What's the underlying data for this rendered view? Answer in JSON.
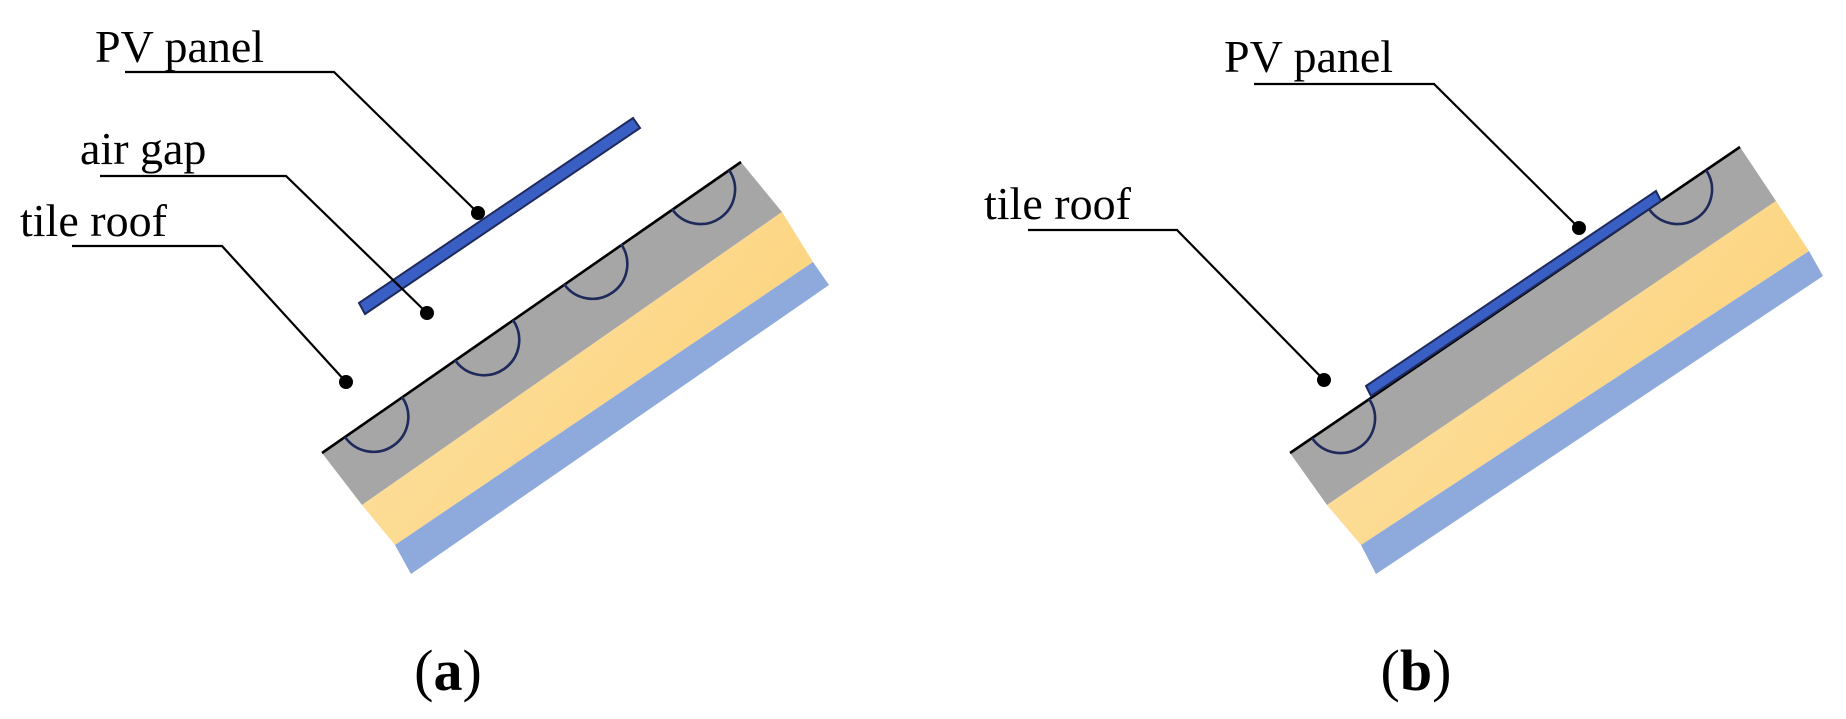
{
  "panels": [
    {
      "id": "a",
      "caption_open": "(",
      "caption_letter": "a",
      "caption_close": ")",
      "labels": {
        "pv_panel": "PV panel",
        "air_gap": "air gap",
        "tile_roof": "tile roof"
      }
    },
    {
      "id": "b",
      "caption_open": "(",
      "caption_letter": "b",
      "caption_close": ")",
      "labels": {
        "pv_panel": "PV panel",
        "tile_roof": "tile roof"
      }
    }
  ],
  "colors": {
    "roof_gray": "#a6a6a6",
    "insulation_yellow": "#fdd98c",
    "ceiling_blue": "#8ea9dc",
    "pv_blue": "#3a5fc4",
    "tile_stroke": "#1f2a5c"
  }
}
